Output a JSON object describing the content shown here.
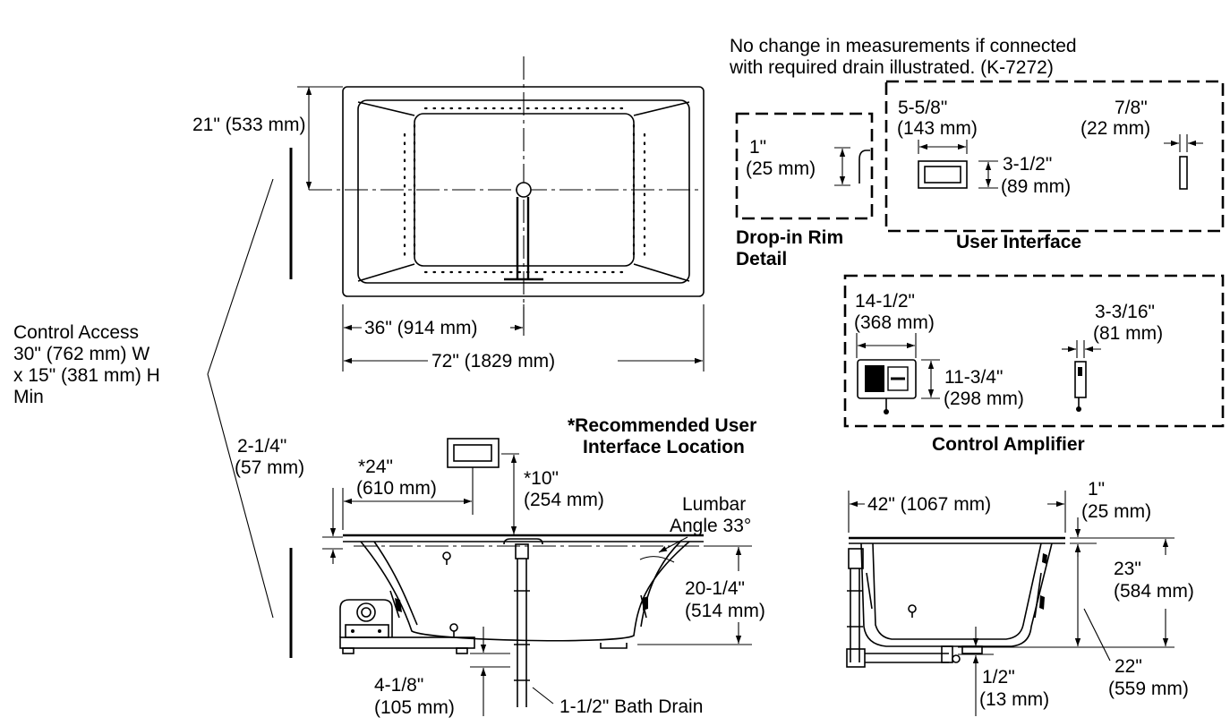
{
  "notes": {
    "drain_line1": "No change in measurements if connected",
    "drain_line2": "with required drain illustrated. (K-7272)"
  },
  "top_view": {
    "width_depth_label": "21\" (533 mm)",
    "half_length_label": "36\" (914 mm)",
    "length_label": "72\" (1829 mm)"
  },
  "control_access": {
    "line1": "Control Access",
    "line2": "30\" (762 mm) W",
    "line3": "x 15\" (381 mm) H",
    "line4": "Min"
  },
  "drop_in_rim": {
    "dim_in": "1\"",
    "dim_mm": "(25 mm)",
    "title_line1": "Drop-in Rim",
    "title_line2": "Detail"
  },
  "user_interface": {
    "width_in": "5-5/8\"",
    "width_mm": "(143 mm)",
    "height_in": "3-1/2\"",
    "height_mm": "(89 mm)",
    "depth_in": "7/8\"",
    "depth_mm": "(22 mm)",
    "title": "User Interface"
  },
  "control_amplifier": {
    "width_in": "14-1/2\"",
    "width_mm": "(368 mm)",
    "height_in": "11-3/4\"",
    "height_mm": "(298 mm)",
    "depth_in": "3-3/16\"",
    "depth_mm": "(81 mm)",
    "title": "Control Amplifier"
  },
  "front_view": {
    "rim_in": "2-1/4\"",
    "rim_mm": "(57 mm)",
    "ui_offset_in": "*24\"",
    "ui_offset_mm": "(610 mm)",
    "ui_height_in": "*10\"",
    "ui_height_mm": "(254 mm)",
    "recommended_line1": "*Recommended User",
    "recommended_line2": "Interface Location",
    "lumbar_line1": "Lumbar",
    "lumbar_line2": "Angle 33°",
    "depth_in": "20-1/4\"",
    "depth_mm": "(514 mm)",
    "drain_drop_in": "4-1/8\"",
    "drain_drop_mm": "(105 mm)",
    "bath_drain": "1-1/2\" Bath Drain"
  },
  "side_view": {
    "width_label": "42\" (1067 mm)",
    "rim_in": "1\"",
    "rim_mm": "(25 mm)",
    "height_in": "23\"",
    "height_mm": "(584 mm)",
    "inner_in": "22\"",
    "inner_mm": "(559 mm)",
    "drain_in": "1/2\"",
    "drain_mm": "(13 mm)"
  }
}
